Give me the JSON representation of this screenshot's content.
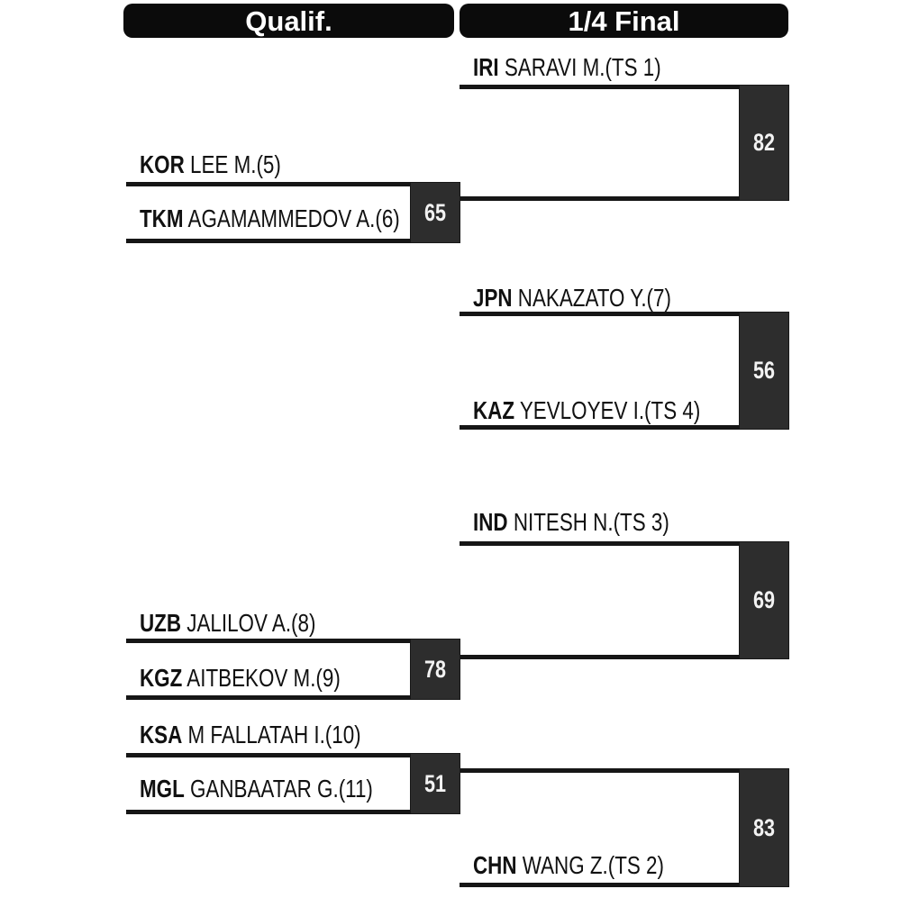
{
  "headers": {
    "qualif": "Qualif.",
    "quarter_final": "1/4 Final"
  },
  "colors": {
    "background": "#ffffff",
    "header_bg": "#0b0b0b",
    "header_text": "#ffffff",
    "line": "#161616",
    "box_bg": "#2d2d2d",
    "number_text": "#f2f2f2",
    "name_text": "#111111"
  },
  "qualif": [
    {
      "number": "65",
      "top": {
        "country": "KOR",
        "name": "LEE M.(5)"
      },
      "bottom": {
        "country": "TKM",
        "name": "AGAMAMMEDOV A.(6)"
      }
    },
    {
      "number": "78",
      "top": {
        "country": "UZB",
        "name": "JALILOV A.(8)"
      },
      "bottom": {
        "country": "KGZ",
        "name": "AITBEKOV M.(9)"
      }
    },
    {
      "number": "51",
      "top": {
        "country": "KSA",
        "name": "M FALLATAH I.(10)"
      },
      "bottom": {
        "country": "MGL",
        "name": "GANBAATAR G.(11)"
      }
    }
  ],
  "quarterfinals": [
    {
      "number": "82",
      "top": {
        "country": "IRI",
        "name": "SARAVI M.(TS 1)"
      }
    },
    {
      "number": "56",
      "top": {
        "country": "JPN",
        "name": "NAKAZATO Y.(7)"
      },
      "bottom": {
        "country": "KAZ",
        "name": "YEVLOYEV I.(TS 4)"
      }
    },
    {
      "number": "69",
      "top": {
        "country": "IND",
        "name": "NITESH N.(TS 3)"
      }
    },
    {
      "number": "83",
      "bottom": {
        "country": "CHN",
        "name": "WANG Z.(TS 2)"
      }
    }
  ]
}
